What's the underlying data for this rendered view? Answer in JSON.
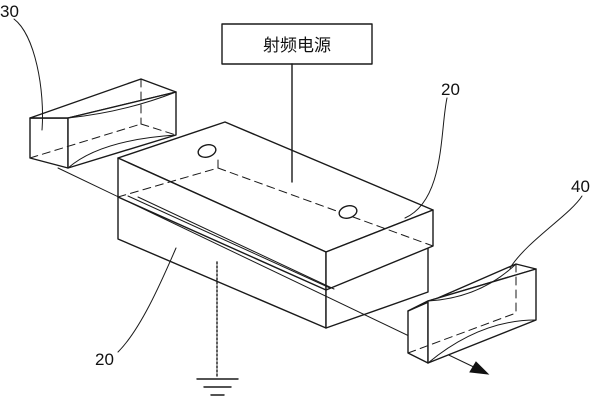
{
  "labels": {
    "rf_source": "射频电源",
    "ref_30": "30",
    "ref_20_top": "20",
    "ref_40": "40",
    "ref_20_bottom": "20"
  }
}
